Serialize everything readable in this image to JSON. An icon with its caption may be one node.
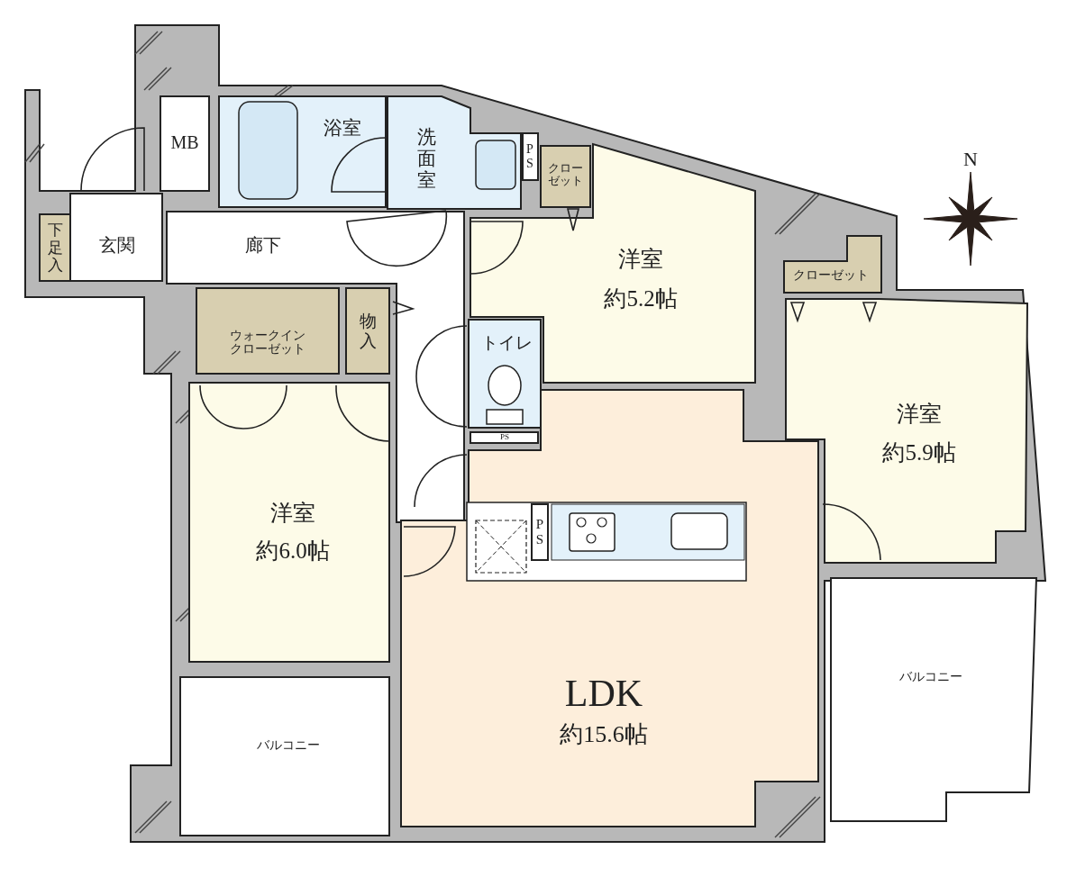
{
  "diagram": {
    "nodes": [
      {
        "text": [
          "MB"
        ]
      },
      {
        "text": [
          "浴室"
        ]
      },
      {
        "text": [
          "洗面室"
        ]
      },
      {
        "text": [
          "PS"
        ]
      },
      {
        "text": [
          "クローゼット"
        ]
      },
      {
        "text": [
          "下足入"
        ]
      },
      {
        "text": [
          "玄関"
        ]
      },
      {
        "text": [
          "廊下"
        ]
      },
      {
        "text": [
          "洋室",
          "約5.2帖"
        ]
      },
      {
        "text": [
          "クローゼット"
        ]
      },
      {
        "text": [
          "ウォークインクローゼット"
        ]
      },
      {
        "text": [
          "物入"
        ]
      },
      {
        "text": [
          "トイレ"
        ]
      },
      {
        "text": [
          "PS"
        ]
      },
      {
        "text": [
          "洋室",
          "約5.9帖"
        ]
      },
      {
        "text": [
          "洋室",
          "約6.0帖"
        ]
      },
      {
        "text": [
          "PS"
        ],
        "in": 17
      },
      {
        "text": [
          "LDK",
          "約15.6帖"
        ]
      },
      {
        "text": [
          "バルコニー"
        ]
      },
      {
        "text": [
          "バルコニー"
        ]
      }
    ],
    "labels": [
      "N"
    ]
  }
}
